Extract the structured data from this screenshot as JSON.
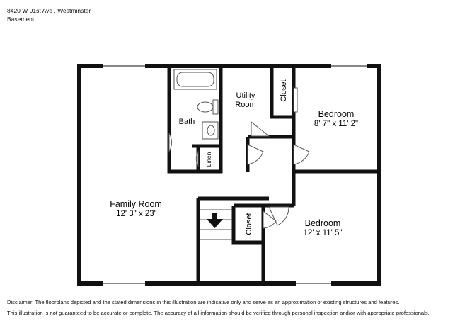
{
  "header": {
    "address": "8420 W 91st Ave , Westminster",
    "level": "Basement"
  },
  "rooms": {
    "family_room": {
      "name": "Family Room",
      "dims": "12' 3\" x 23'"
    },
    "bath": {
      "name": "Bath"
    },
    "utility_room": {
      "name_line1": "Utility",
      "name_line2": "Room"
    },
    "closet_top": {
      "name": "Closet"
    },
    "bedroom_top": {
      "name": "Bedroom",
      "dims": "8' 7\" x 11' 2\""
    },
    "linen": {
      "name": "Linen"
    },
    "closet_bottom": {
      "name": "Closet"
    },
    "bedroom_bottom": {
      "name": "Bedroom",
      "dims": "12' x 11' 5\""
    }
  },
  "disclaimer": {
    "line1": "Disclaimer: The floorplans depicted and the stated dimensions in this illustration are indicative only and serve as an approximation of existing structures and features.",
    "line2": "This illustration is not guaranteed to be accurate or complete. The accuracy of all information should be verified through personal inspection and/or with appropriate professionals."
  },
  "colors": {
    "wall": "#111111",
    "background": "#ffffff",
    "fixture_stroke": "#555555"
  },
  "icons": {
    "stairs_direction": "down-arrow-icon"
  }
}
